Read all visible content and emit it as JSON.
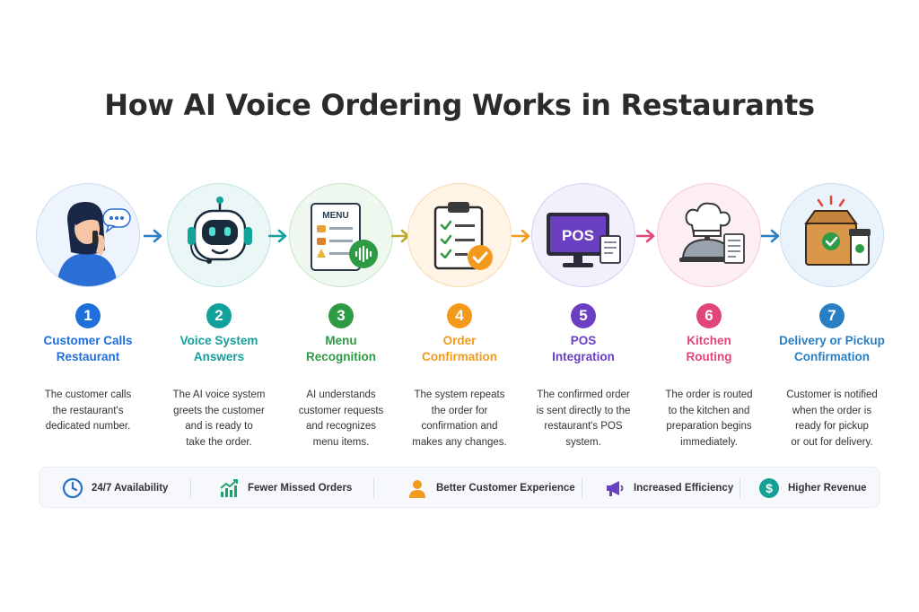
{
  "title": "How AI Voice Ordering Works in Restaurants",
  "steps": [
    {
      "number": "1",
      "title_line1": "Customer Calls",
      "title_line2": "Restaurant",
      "desc": [
        "The customer calls",
        "the restaurant's",
        "dedicated number."
      ],
      "color": "#1e6fd9",
      "icon": "customer-phone-icon"
    },
    {
      "number": "2",
      "title_line1": "Voice System",
      "title_line2": "Answers",
      "desc": [
        "The AI voice system",
        "greets the customer",
        "and is ready to",
        "take the order."
      ],
      "color": "#12a09a",
      "icon": "robot-icon"
    },
    {
      "number": "3",
      "title_line1": "Menu",
      "title_line2": "Recognition",
      "desc": [
        "AI understands",
        "customer requests",
        "and recognizes",
        "menu items."
      ],
      "color": "#2e9a44",
      "icon": "menu-icon"
    },
    {
      "number": "4",
      "title_line1": "Order",
      "title_line2": "Confirmation",
      "desc": [
        "The system repeats",
        "the order for",
        "confirmation and",
        "makes any changes."
      ],
      "color": "#f39a1c",
      "icon": "clipboard-check-icon"
    },
    {
      "number": "5",
      "title_line1": "POS",
      "title_line2": "Integration",
      "desc": [
        "The confirmed order",
        "is sent directly to the",
        "restaurant's POS",
        "system."
      ],
      "color": "#6a3fc2",
      "icon": "pos-monitor-icon"
    },
    {
      "number": "6",
      "title_line1": "Kitchen",
      "title_line2": "Routing",
      "desc": [
        "The order is routed",
        "to the kitchen and",
        "preparation begins",
        "immediately."
      ],
      "color": "#e0457b",
      "icon": "chef-hat-icon"
    },
    {
      "number": "7",
      "title_line1": "Delivery or Pickup",
      "title_line2": "Confirmation",
      "desc": [
        "Customer is notified",
        "when the order is",
        "ready for pickup",
        "or out for delivery."
      ],
      "color": "#2a7fc2",
      "icon": "delivery-bag-icon"
    }
  ],
  "menu_label": "MENU",
  "pos_label": "POS",
  "benefits": [
    {
      "label": "24/7 Availability",
      "icon": "clock-icon",
      "color": "#2b6fc2"
    },
    {
      "label": "Fewer Missed Orders",
      "icon": "growth-chart-icon",
      "color": "#1fa36b"
    },
    {
      "label": "Better Customer Experience",
      "icon": "person-icon",
      "color": "#f29a1c"
    },
    {
      "label": "Increased Efficiency",
      "icon": "megaphone-icon",
      "color": "#6a3fc2"
    },
    {
      "label": "Higher Revenue",
      "icon": "dollar-icon",
      "color": "#14a096"
    }
  ]
}
